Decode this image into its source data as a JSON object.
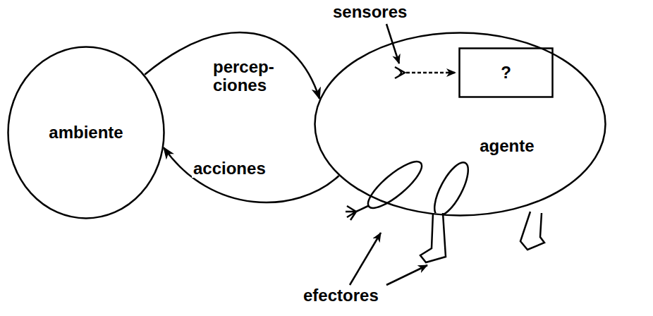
{
  "diagram": {
    "nodes": [
      {
        "text": [
          "ambiente"
        ]
      },
      {
        "text": [
          "agente"
        ]
      },
      {
        "text": [
          "?"
        ],
        "in": 1
      }
    ],
    "edges": [
      {
        "from": 0,
        "to": 1,
        "label": "percep- ciones",
        "arrow": "to"
      },
      {
        "from": 1,
        "to": 0,
        "label": "acciones",
        "arrow": "to"
      }
    ],
    "labels": [
      "sensores",
      "efectores"
    ]
  }
}
